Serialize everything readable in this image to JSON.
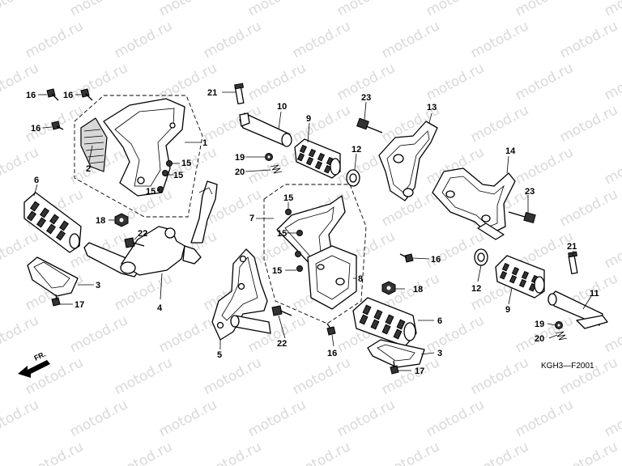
{
  "watermark": {
    "text": "motod.ru"
  },
  "diagram_code": "KGH3—F2001",
  "direction_label": "FR.",
  "callouts": {
    "c1": "1",
    "c2": "2",
    "c3a": "3",
    "c3b": "3",
    "c4": "4",
    "c5": "5",
    "c6a": "6",
    "c6b": "6",
    "c7": "7",
    "c8": "8",
    "c9a": "9",
    "c9b": "9",
    "c10": "10",
    "c11": "11",
    "c12a": "12",
    "c12b": "12",
    "c13": "13",
    "c14": "14",
    "c15a": "15",
    "c15b": "15",
    "c15c": "15",
    "c15d": "15",
    "c15e": "15",
    "c15f": "15",
    "c16a": "16",
    "c16b": "16",
    "c16c": "16",
    "c16d": "16",
    "c16e": "16",
    "c17a": "17",
    "c17b": "17",
    "c18a": "18",
    "c18b": "18",
    "c19a": "19",
    "c19b": "19",
    "c20a": "20",
    "c20b": "20",
    "c21a": "21",
    "c21b": "21",
    "c22a": "22",
    "c22b": "22",
    "c23a": "23",
    "c23b": "23"
  }
}
